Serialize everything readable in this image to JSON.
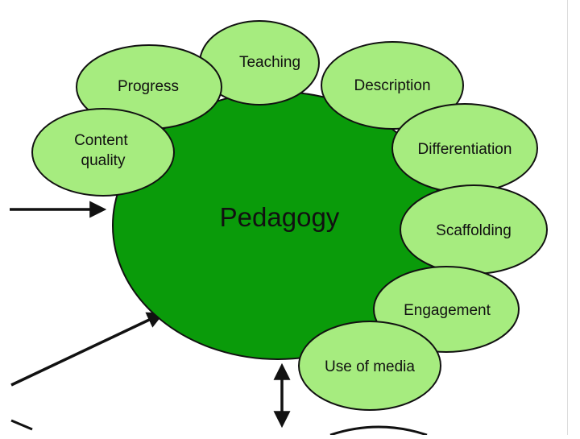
{
  "diagram": {
    "center": {
      "label": "Pedagogy"
    },
    "petals": [
      {
        "id": "teaching",
        "label": "Teaching"
      },
      {
        "id": "progress",
        "label": "Progress"
      },
      {
        "id": "description",
        "label": "Description"
      },
      {
        "id": "content-quality",
        "lines": [
          "Content",
          "quality"
        ]
      },
      {
        "id": "differentiation",
        "label": "Differentiation"
      },
      {
        "id": "scaffolding",
        "label": "Scaffolding"
      },
      {
        "id": "engagement",
        "label": "Engagement"
      },
      {
        "id": "use-of-media",
        "label": "Use of media"
      }
    ],
    "colors": {
      "center_fill": "#0a9b0a",
      "petal_fill": "#a6ec7f",
      "outline": "#111111",
      "arrow": "#111111"
    }
  }
}
